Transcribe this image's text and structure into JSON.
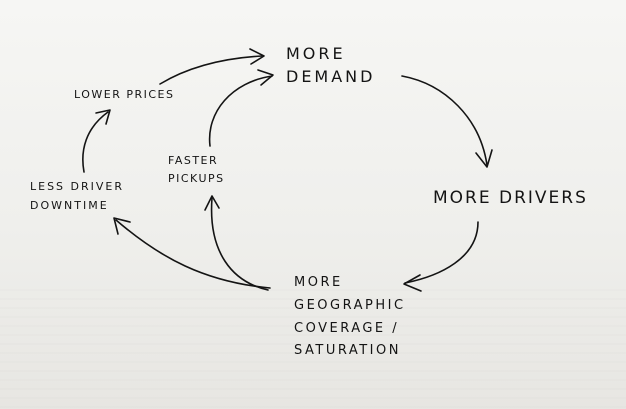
{
  "diagram": {
    "nodes": {
      "more_demand": [
        "MORE",
        "DEMAND"
      ],
      "more_drivers": [
        "MORE DRIVERS"
      ],
      "more_geographic": [
        "MORE",
        "GEOGRAPHIC",
        "COVERAGE /",
        "SATURATION"
      ],
      "lower_prices": [
        "LOWER PRICES"
      ],
      "faster_pickups": [
        "FASTER",
        "PICKUPS"
      ],
      "less_driver_downtime": [
        "LESS DRIVER",
        "DOWNTIME"
      ]
    },
    "edges": [
      {
        "from": "more_demand",
        "to": "more_drivers"
      },
      {
        "from": "more_drivers",
        "to": "more_geographic"
      },
      {
        "from": "more_geographic",
        "to": "faster_pickups"
      },
      {
        "from": "more_geographic",
        "to": "less_driver_downtime"
      },
      {
        "from": "faster_pickups",
        "to": "more_demand"
      },
      {
        "from": "less_driver_downtime",
        "to": "lower_prices"
      },
      {
        "from": "lower_prices",
        "to": "more_demand"
      }
    ],
    "ink_color": "#141414"
  }
}
